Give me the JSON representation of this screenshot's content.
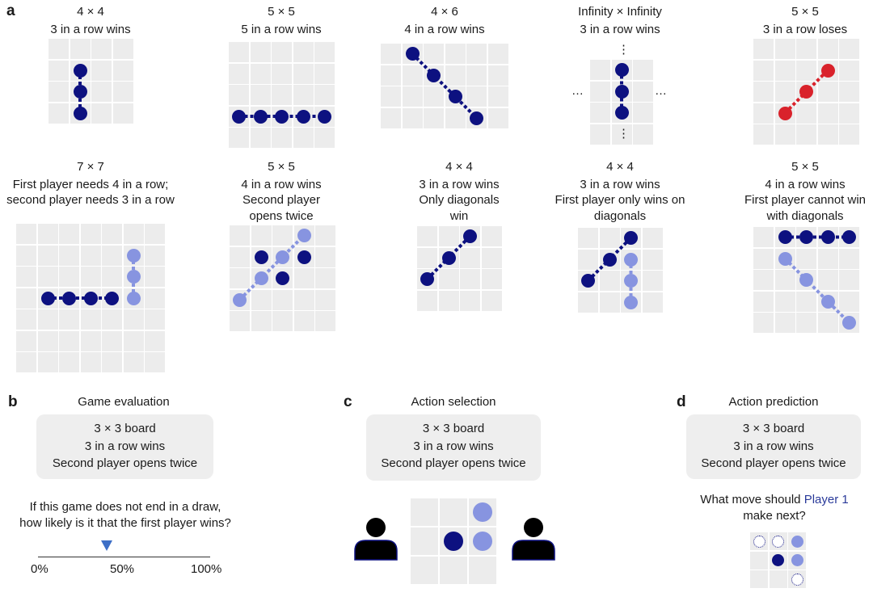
{
  "panel_letters": {
    "a": "a",
    "b": "b",
    "c": "c",
    "d": "d"
  },
  "colors": {
    "dark": "#0d1180",
    "light": "#8794e0",
    "red": "#d9222b",
    "cell": "#ececec",
    "arrow": "#3d6fc6"
  },
  "panel_a": {
    "boards": [
      {
        "size": "4 × 4",
        "rule": "3 in a row wins"
      },
      {
        "size": "5 × 5",
        "rule": "5 in a row wins"
      },
      {
        "size": "4 × 6",
        "rule": "4 in a row wins"
      },
      {
        "size": "Infinity × Infinity",
        "rule": "3 in a row wins",
        "ellipsis": "…",
        "vellipsis": "⋮"
      },
      {
        "size": "5 × 5",
        "rule": "3 in a row loses"
      },
      {
        "size": "7 × 7",
        "rule": "First player needs 4 in a row; second player needs 3 in a row"
      },
      {
        "size": "5 × 5",
        "rule": "4 in a row wins",
        "rule2": "Second player opens twice"
      },
      {
        "size": "4 × 4",
        "rule": "3 in a row wins",
        "rule2": "Only diagonals win"
      },
      {
        "size": "4 × 4",
        "rule": "3 in a row wins",
        "rule2": "First player only wins on diagonals"
      },
      {
        "size": "5 × 5",
        "rule": "4 in a row wins",
        "rule2": "First player cannot win with diagonals"
      }
    ]
  },
  "panel_b": {
    "title": "Game evaluation",
    "card": [
      "3 × 3 board",
      "3 in a row wins",
      "Second player opens twice"
    ],
    "question": [
      "If this game does not end in a draw,",
      "how likely is it that the first player wins?"
    ],
    "scale": {
      "min_label": "0%",
      "mid_label": "50%",
      "max_label": "100%",
      "marker_value": 0.4
    }
  },
  "panel_c": {
    "title": "Action selection",
    "card": [
      "3 × 3 board",
      "3 in a row wins",
      "Second player opens twice"
    ]
  },
  "panel_d": {
    "title": "Action prediction",
    "card": [
      "3 × 3 board",
      "3 in a row wins",
      "Second player opens twice"
    ],
    "question_pre": "What move should ",
    "question_player": "Player 1",
    "question_post": "make next?"
  }
}
